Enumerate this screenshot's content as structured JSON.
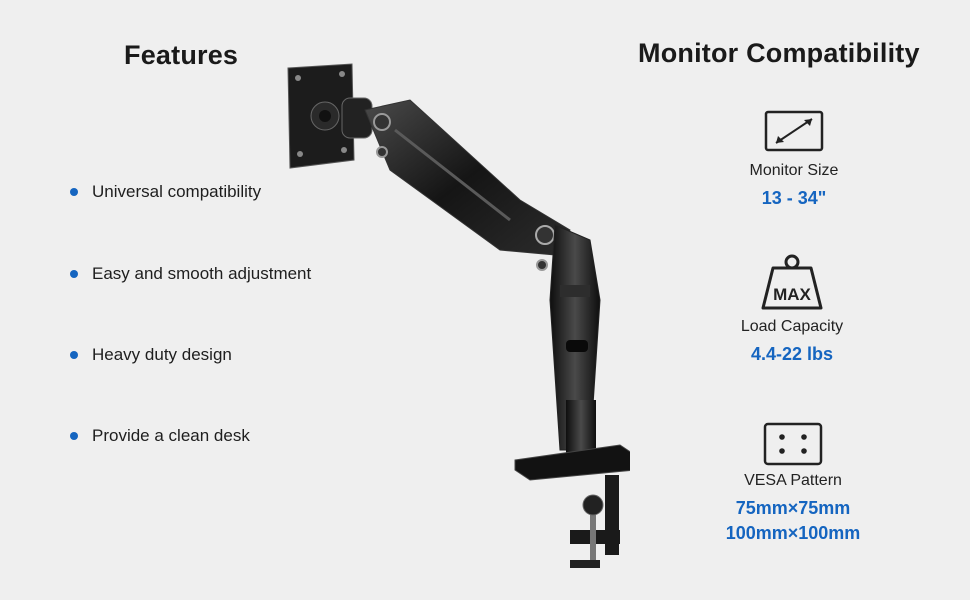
{
  "features": {
    "title": "Features",
    "items": [
      "Universal compatibility",
      "Easy and smooth adjustment",
      "Heavy duty design",
      "Provide a clean desk"
    ],
    "bullet_color": "#1565c0"
  },
  "compatibility": {
    "title": "Monitor Compatibility",
    "accent_color": "#1565c0",
    "specs": [
      {
        "icon": "monitor-size-icon",
        "label": "Monitor Size",
        "value": "13 - 34\""
      },
      {
        "icon": "weight-max-icon",
        "label": "Load Capacity",
        "value": "4.4-22 lbs",
        "icon_text": "MAX"
      },
      {
        "icon": "vesa-pattern-icon",
        "label": "VESA Pattern",
        "values": [
          "75mm×75mm",
          "100mm×100mm"
        ]
      }
    ]
  },
  "product_image": {
    "icon": "monitor-arm-illustration"
  }
}
